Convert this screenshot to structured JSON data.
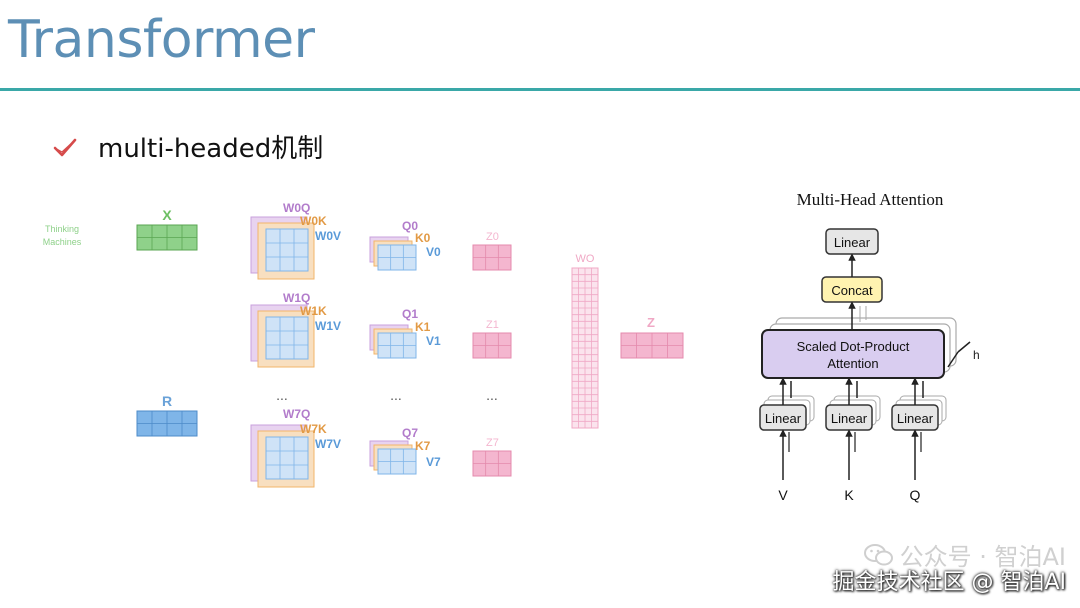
{
  "slide": {
    "title": "Transformer",
    "bullet": "multi-headed机制"
  },
  "left_diagram": {
    "input_label_1": "Thinking",
    "input_label_2": "Machines",
    "x_label": "X",
    "r_label": "R",
    "heads": [
      {
        "wq": "W0Q",
        "wk": "W0K",
        "wv": "W0V",
        "q": "Q0",
        "k": "K0",
        "v": "V0",
        "z": "Z0"
      },
      {
        "wq": "W1Q",
        "wk": "W1K",
        "wv": "W1V",
        "q": "Q1",
        "k": "K1",
        "v": "V1",
        "z": "Z1"
      },
      {
        "wq": "W7Q",
        "wk": "W7K",
        "wv": "W7V",
        "q": "Q7",
        "k": "K7",
        "v": "V7",
        "z": "Z7"
      }
    ],
    "ellipsis": "...",
    "wo_label": "WO",
    "z_label": "Z"
  },
  "right_diagram": {
    "title": "Multi-Head Attention",
    "linear_top": "Linear",
    "concat": "Concat",
    "sdpa_line1": "Scaled Dot-Product",
    "sdpa_line2": "Attention",
    "h_label": "h",
    "linears": [
      "Linear",
      "Linear",
      "Linear"
    ],
    "inputs": [
      "V",
      "K",
      "Q"
    ]
  },
  "watermark": {
    "line1": "公众号 · 智泊AI",
    "line2": "掘金技术社区 @ 智泊AI"
  },
  "colors": {
    "title": "#5d8fb5",
    "rule": "#3aa8a8",
    "green": "#8fd18a",
    "blue": "#7fb5e8",
    "pink": "#f4b6cf",
    "purple": "#c9a0dc",
    "orange": "#f2b46a",
    "concat_fill": "#fff3b0",
    "sdpa_fill": "#d9cdf0"
  }
}
